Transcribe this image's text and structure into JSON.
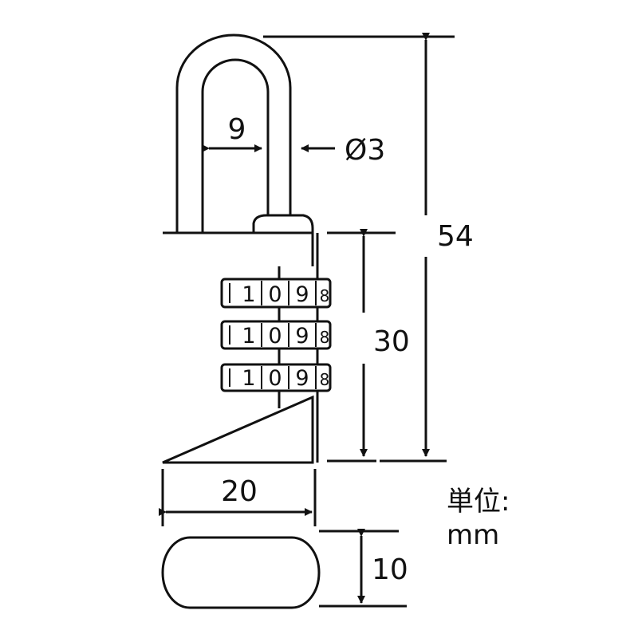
{
  "dimensions": {
    "shackle_gap": "9",
    "shackle_diameter": "Ø3",
    "overall_height": "54",
    "body_height": "30",
    "body_width": "20",
    "body_depth": "10"
  },
  "unit": {
    "label": "単位:",
    "value": "mm"
  },
  "dials": {
    "row1": [
      "1",
      "0",
      "9",
      "8"
    ],
    "row2": [
      "1",
      "0",
      "9",
      "8"
    ],
    "row3": [
      "1",
      "0",
      "9",
      "8"
    ]
  },
  "colors": {
    "line": "#111111",
    "background": "#ffffff"
  }
}
